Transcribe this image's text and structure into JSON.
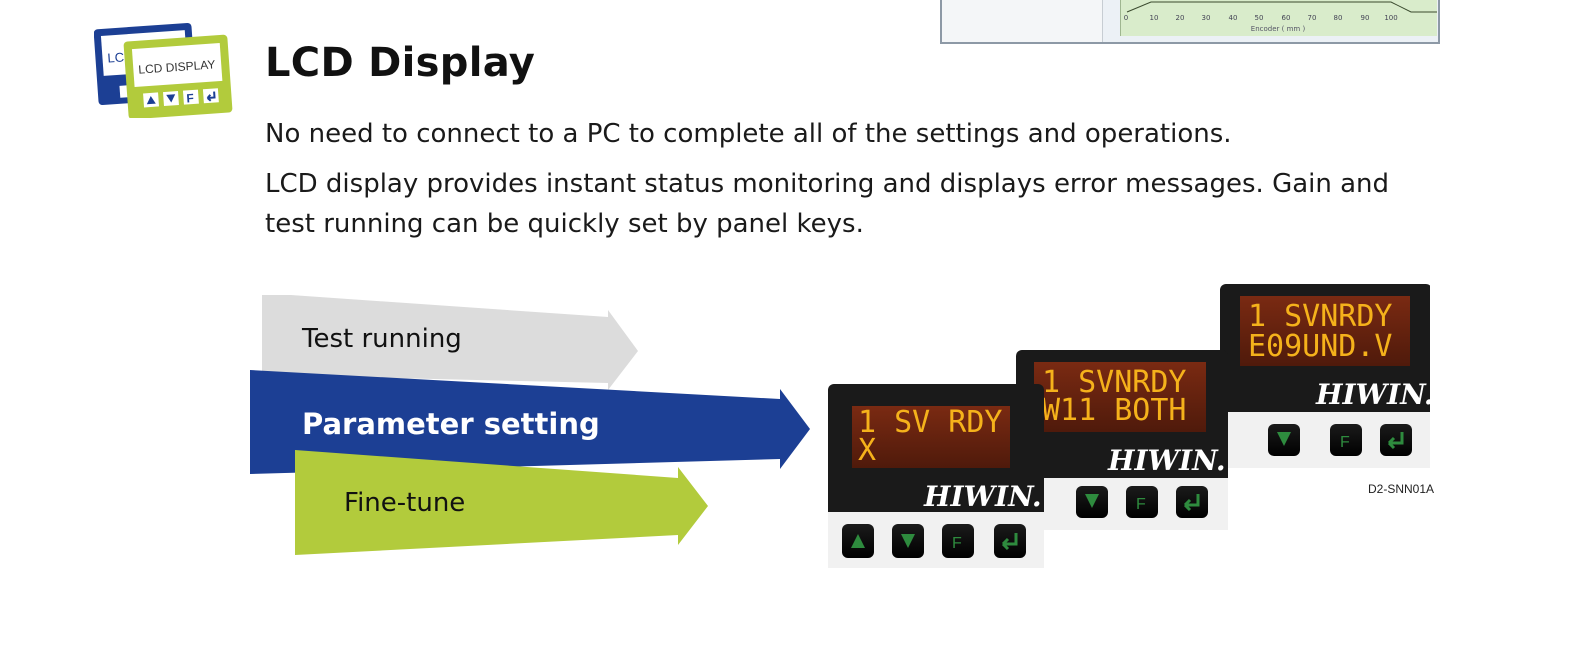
{
  "logo": {
    "back_label": "LCD",
    "front_label": "LCD DISPLAY",
    "keys": [
      "up-key-icon",
      "down-key-icon",
      "F",
      "enter-key-icon"
    ]
  },
  "chart_thumb": {
    "ticks": [
      "0",
      "10",
      "20",
      "30",
      "40",
      "50",
      "60",
      "70",
      "80",
      "90",
      "100"
    ],
    "axis_label": "Encoder ( mm )"
  },
  "section": {
    "title": "LCD Display",
    "paragraph1": "No need to connect to a PC to complete all of the settings and operations.",
    "paragraph2": "LCD display provides instant status monitoring and displays error messages. Gain and test running can be quickly set by panel keys."
  },
  "arrows": {
    "test_running": "Test running",
    "parameter_setting": "Parameter setting",
    "fine_tune": "Fine-tune"
  },
  "devices": [
    {
      "line1": "1 SV RDY",
      "line2": "X",
      "brand": "HIWIN."
    },
    {
      "line1": "1 SVNRDY",
      "line2": "W11 BOTH",
      "brand": "HIWIN."
    },
    {
      "line1": "1 SVNRDY",
      "line2": "E09UND.V",
      "brand": "HIWIN."
    }
  ],
  "model_code": "D2-SNN01A",
  "colors": {
    "blue": "#1c3f94",
    "green": "#b2cb3c",
    "gray": "#dcdcdc",
    "lcd_text": "#f5b21b"
  }
}
